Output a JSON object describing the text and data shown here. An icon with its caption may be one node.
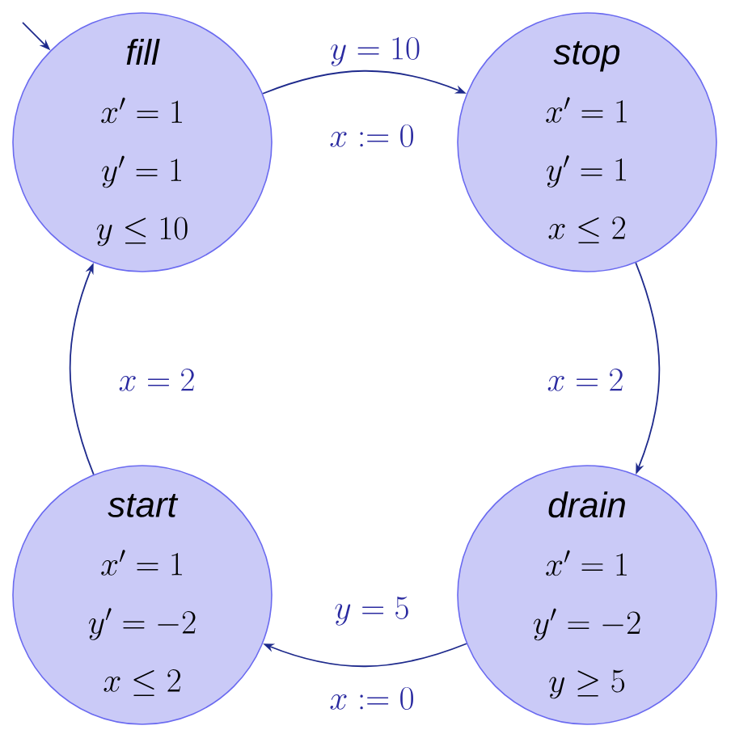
{
  "diagram": {
    "nodes": [
      {
        "text": [
          "fill",
          "x' = 1",
          "y' = 1",
          "y \\leq 10"
        ]
      },
      {
        "text": [
          "stop",
          "x' = 1",
          "y' = 1",
          "x \\leq 2"
        ]
      },
      {
        "text": [
          "drain",
          "x' = 1",
          "y' = -2",
          "y \\geq 5"
        ]
      },
      {
        "text": [
          "start",
          "x' = 1",
          "y' = -2",
          "x \\leq 2"
        ]
      }
    ],
    "edges": [
      {
        "from": null,
        "to": 0,
        "arrow": "to"
      },
      {
        "from": 0,
        "to": 1,
        "arrow": "to",
        "label": "y = 10"
      },
      {
        "from": 1,
        "to": 2,
        "arrow": "to",
        "label": "x = 2"
      },
      {
        "from": 2,
        "to": 3,
        "arrow": "to",
        "label": "y = 5"
      },
      {
        "from": 3,
        "to": 0,
        "arrow": "to",
        "label": "x = 2"
      }
    ],
    "labels": [
      "x := 0",
      "x := 0"
    ]
  }
}
